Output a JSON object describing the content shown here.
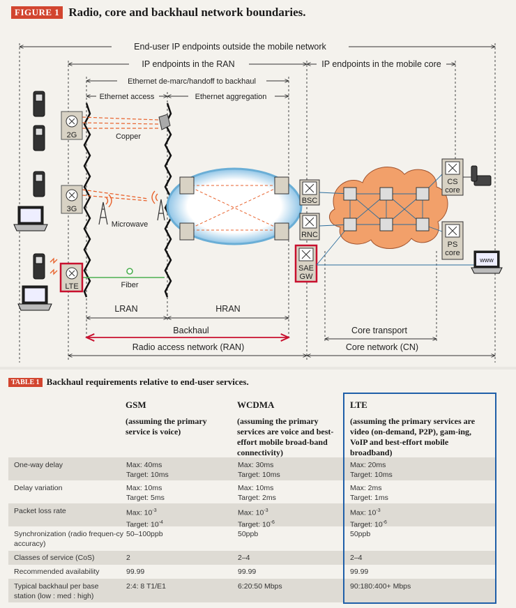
{
  "figure": {
    "tag": "FIGURE 1",
    "title": "Radio, core and backhaul network boundaries.",
    "labels": {
      "end_user": "End-user IP endpoints outside the mobile network",
      "ip_ran": "IP endpoints in the RAN",
      "ip_core": "IP endpoints in the mobile core",
      "ethernet_demarc": "Ethernet de-marc/handoff to backhaul",
      "ethernet_access": "Ethernet access",
      "ethernet_aggregation": "Ethernet aggregation",
      "copper": "Copper",
      "microwave": "Microwave",
      "fiber": "Fiber",
      "lran": "LRAN",
      "hran": "HRAN",
      "backhaul": "Backhaul",
      "ran": "Radio access network (RAN)",
      "core_transport": "Core transport",
      "core_network": "Core network (CN)",
      "bs_2g": "2G",
      "bs_3g": "3G",
      "bs_lte": "LTE",
      "bsc": "BSC",
      "rnc": "RNC",
      "sae": "SAE",
      "gw": "GW",
      "cs": "CS",
      "ps": "PS",
      "core_word": "core",
      "www": "www"
    },
    "colors": {
      "accent_red": "#c8102e",
      "cloud": "#f2a06a",
      "fiber_green": "#4caf50",
      "microwave_orange": "#e8622c"
    }
  },
  "table": {
    "tag": "TABLE 1",
    "title": "Backhaul requirements relative to end-user services.",
    "columns": [
      {
        "name": "GSM",
        "desc": "(assuming the primary service is voice)"
      },
      {
        "name": "WCDMA",
        "desc": "(assuming the primary services are voice and best-effort mobile broad-band connectivity)"
      },
      {
        "name": "LTE",
        "desc": "(assuming the primary services are video (on-demand, P2P), gam-ing, VoIP and best-effort mobile broadband)"
      }
    ],
    "rows": [
      {
        "label": "One-way delay",
        "gsm": [
          "Max: 40ms",
          "Target: 10ms"
        ],
        "wcdma": [
          "Max: 30ms",
          "Target: 10ms"
        ],
        "lte": [
          "Max: 20ms",
          "Target: 10ms"
        ]
      },
      {
        "label": "Delay variation",
        "gsm": [
          "Max: 10ms",
          "Target: 5ms"
        ],
        "wcdma": [
          "Max: 10ms",
          "Target: 2ms"
        ],
        "lte": [
          "Max: 2ms",
          "Target: 1ms"
        ]
      },
      {
        "label": "Packet loss rate",
        "gsm": [
          "Max: 10",
          "Target: 10"
        ],
        "wcdma": [
          "Max: 10",
          "Target: 10"
        ],
        "lte": [
          "Max: 10",
          "Target: 10"
        ]
      },
      {
        "label": "Synchronization (radio frequen-cy accuracy)",
        "gsm": [
          "50–100ppb"
        ],
        "wcdma": [
          "50ppb"
        ],
        "lte": [
          "50ppb"
        ]
      },
      {
        "label": "Classes of service (CoS)",
        "gsm": [
          "2"
        ],
        "wcdma": [
          "2–4"
        ],
        "lte": [
          "2–4"
        ]
      },
      {
        "label": "Recommended availability",
        "gsm": [
          "99.99"
        ],
        "wcdma": [
          "99.99"
        ],
        "lte": [
          "99.99"
        ]
      },
      {
        "label": "Typical backhaul per base station (low : med : high)",
        "gsm": [
          "2:4: 8 T1/E1"
        ],
        "wcdma": [
          "6:20:50 Mbps"
        ],
        "lte": [
          "90:180:400+ Mbps"
        ]
      }
    ],
    "exponents": {
      "gsm_max": "-3",
      "gsm_target": "-4",
      "wcdma_max": "-3",
      "wcdma_target": "-6",
      "lte_max": "-3",
      "lte_target": "-6"
    }
  }
}
